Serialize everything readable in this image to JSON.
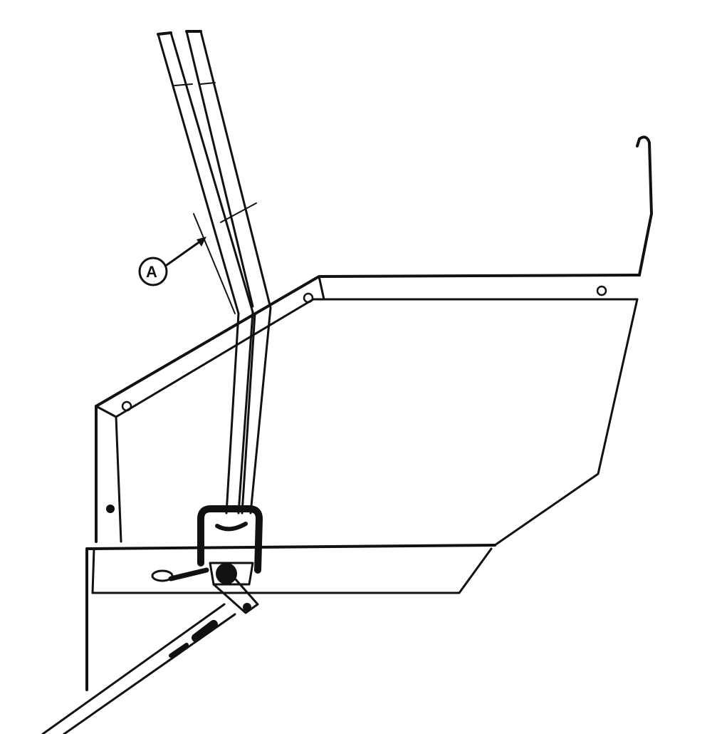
{
  "diagram": {
    "type": "mechanical-line-drawing",
    "description": "Two parallel rods/cables bent at a bracket, routed down to a clamp mechanism mounted on a housing edge, with a linkage rod extending to the lower left",
    "callouts": [
      {
        "id": "A",
        "label": "A",
        "points_to": "gap/measurement between rods near the upper bend"
      }
    ],
    "colors": {
      "line": "#111111",
      "background": "#ffffff"
    }
  }
}
